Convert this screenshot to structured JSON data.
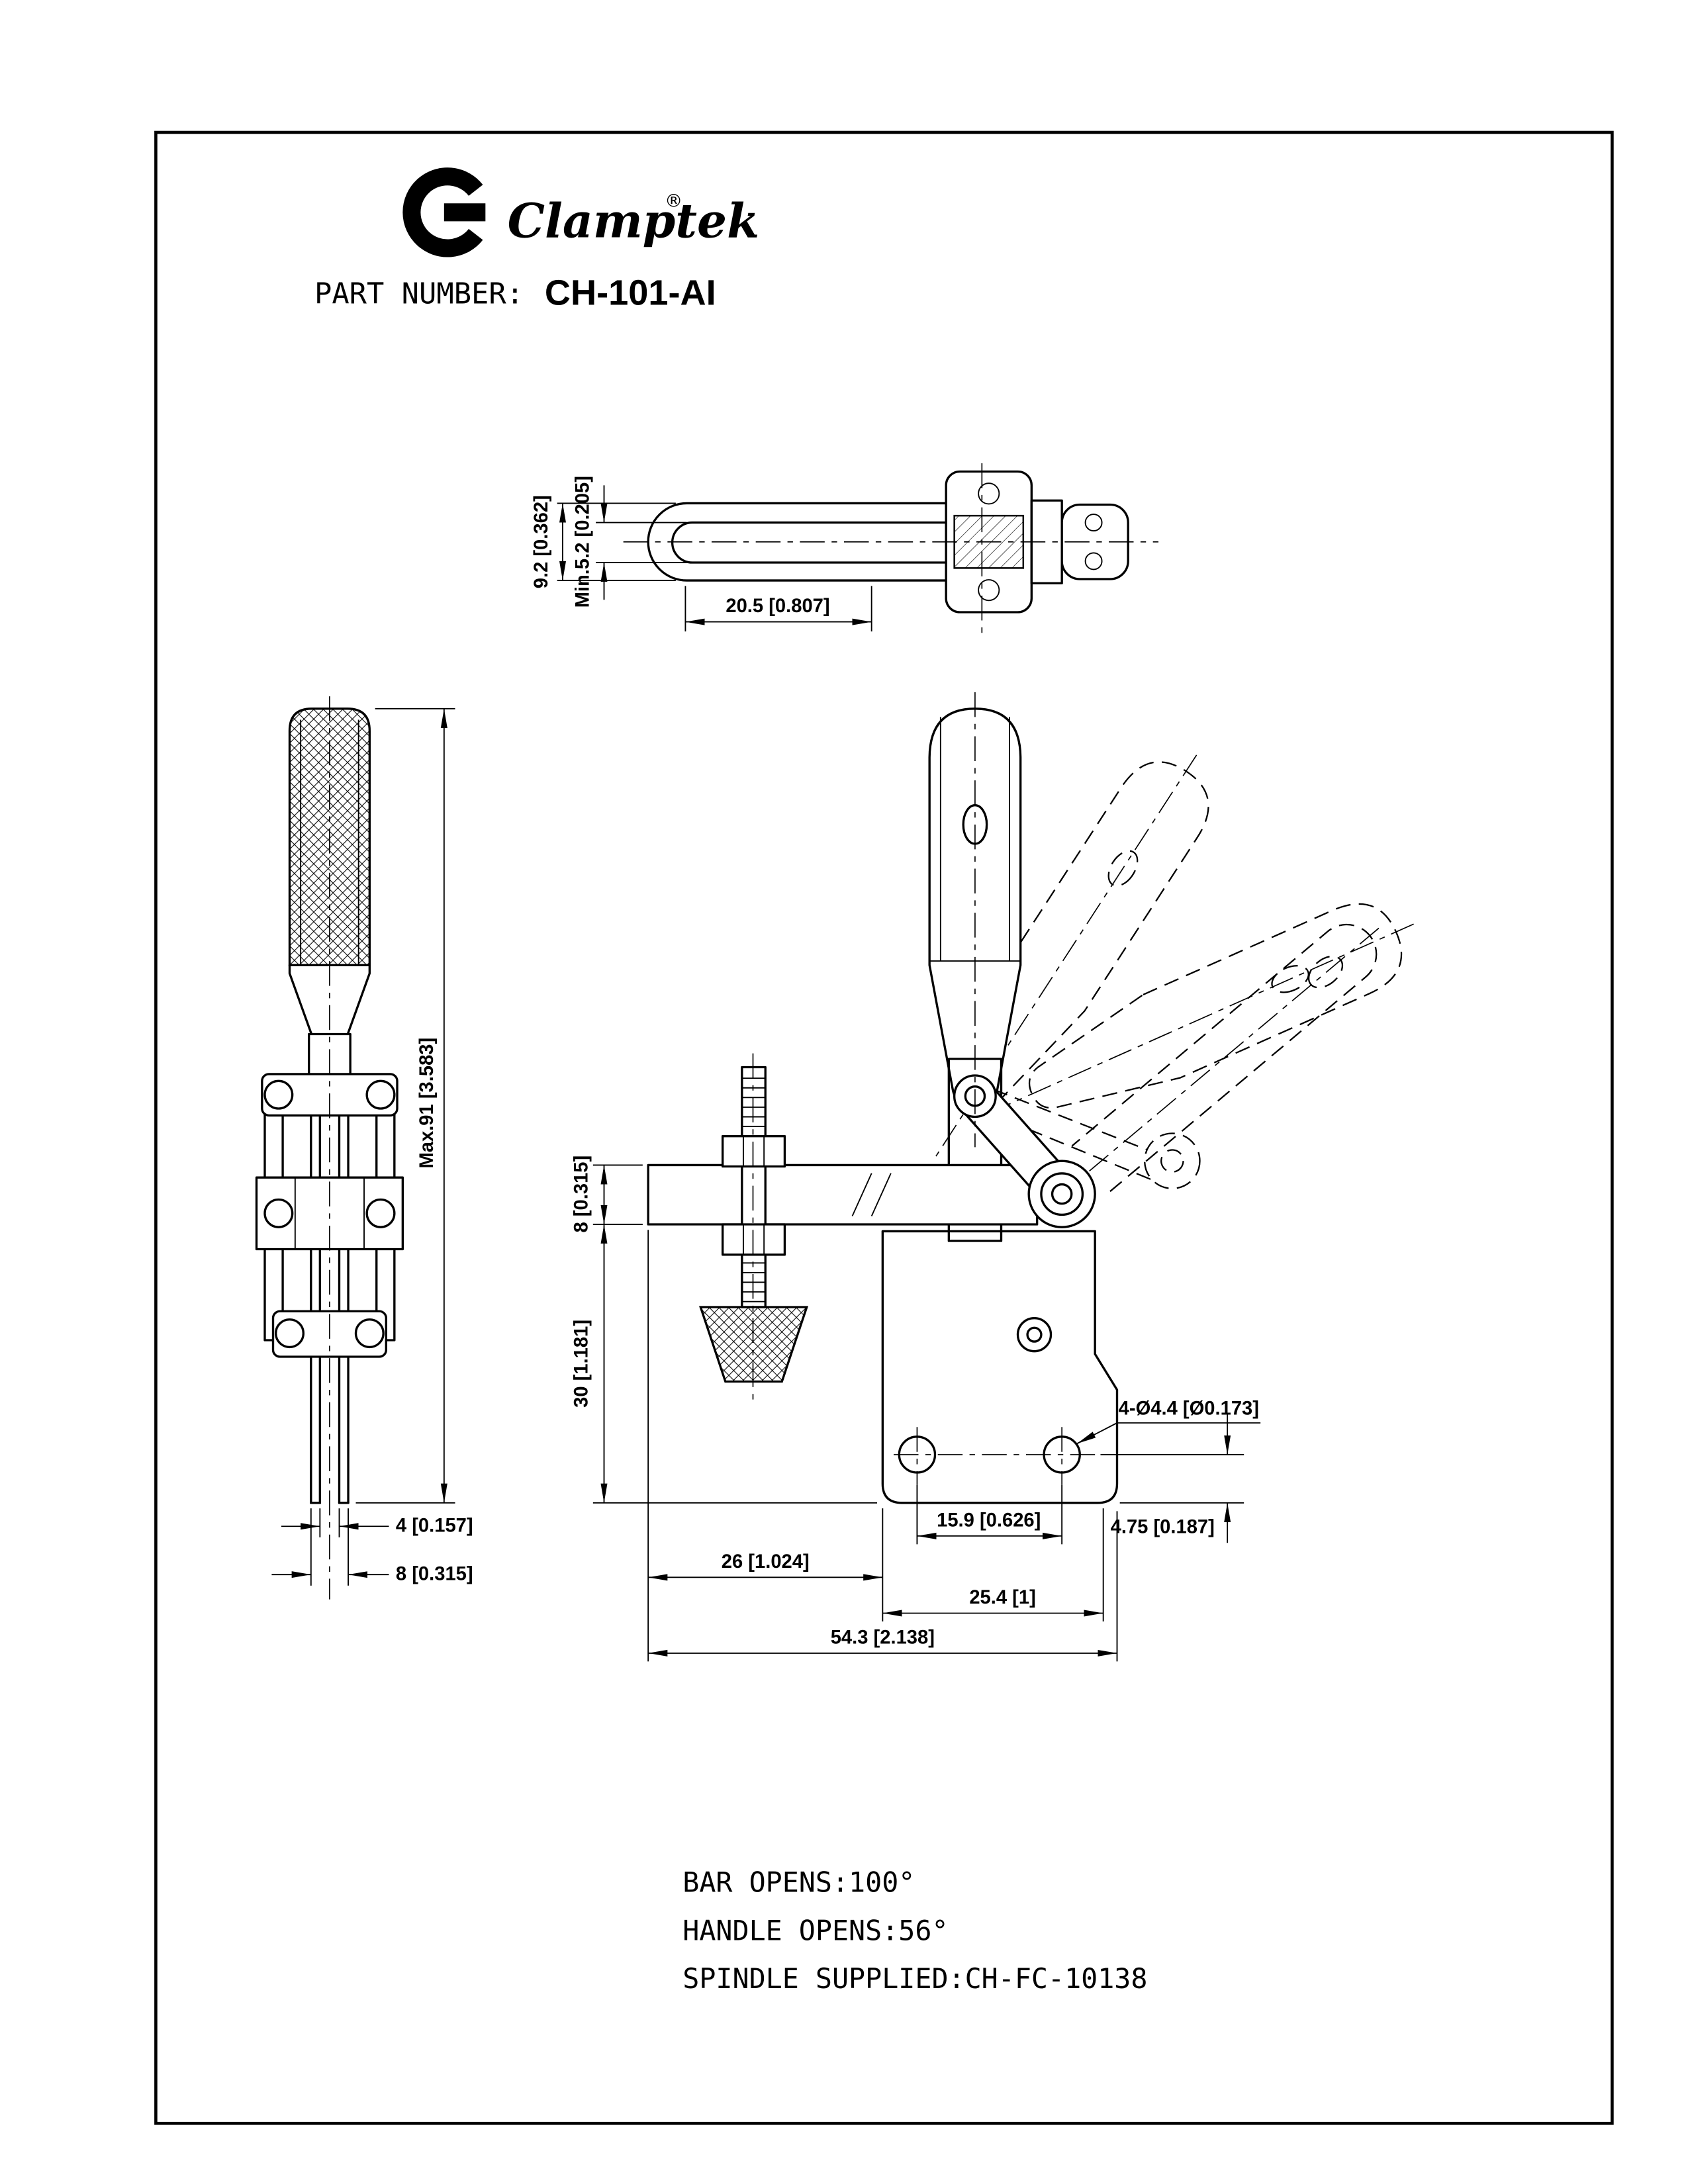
{
  "header": {
    "brand": "Clamptek",
    "registered": "®",
    "part_number_label": "PART NUMBER:",
    "part_number": "CH-101-AI"
  },
  "views": {
    "top": {
      "dims": {
        "height": "9.2 [0.362]",
        "min_opening": "Min.5.2 [0.205]",
        "length": "20.5 [0.807]"
      }
    },
    "front": {
      "dims": {
        "max_height": "Max.91 [3.583]",
        "slot": "4 [0.157]",
        "width": "8 [0.315]"
      }
    },
    "side": {
      "dims": {
        "bar_thickness": "8 [0.315]",
        "bar_to_base": "30 [1.181]",
        "bar_reach": "26 [1.024]",
        "hole_spacing": "15.9 [0.626]",
        "base_width": "25.4 [1]",
        "hole_edge_offset": "4.75 [0.187]",
        "overall_length": "54.3 [2.138]",
        "mounting_holes": "4-Ø4.4 [Ø0.173]"
      }
    }
  },
  "notes": {
    "bar_opens": "BAR OPENS:100°",
    "handle_opens": "HANDLE OPENS:56°",
    "spindle_supplied": "SPINDLE SUPPLIED:CH-FC-10138"
  },
  "colors": {
    "line": "#000000",
    "background": "#ffffff"
  }
}
